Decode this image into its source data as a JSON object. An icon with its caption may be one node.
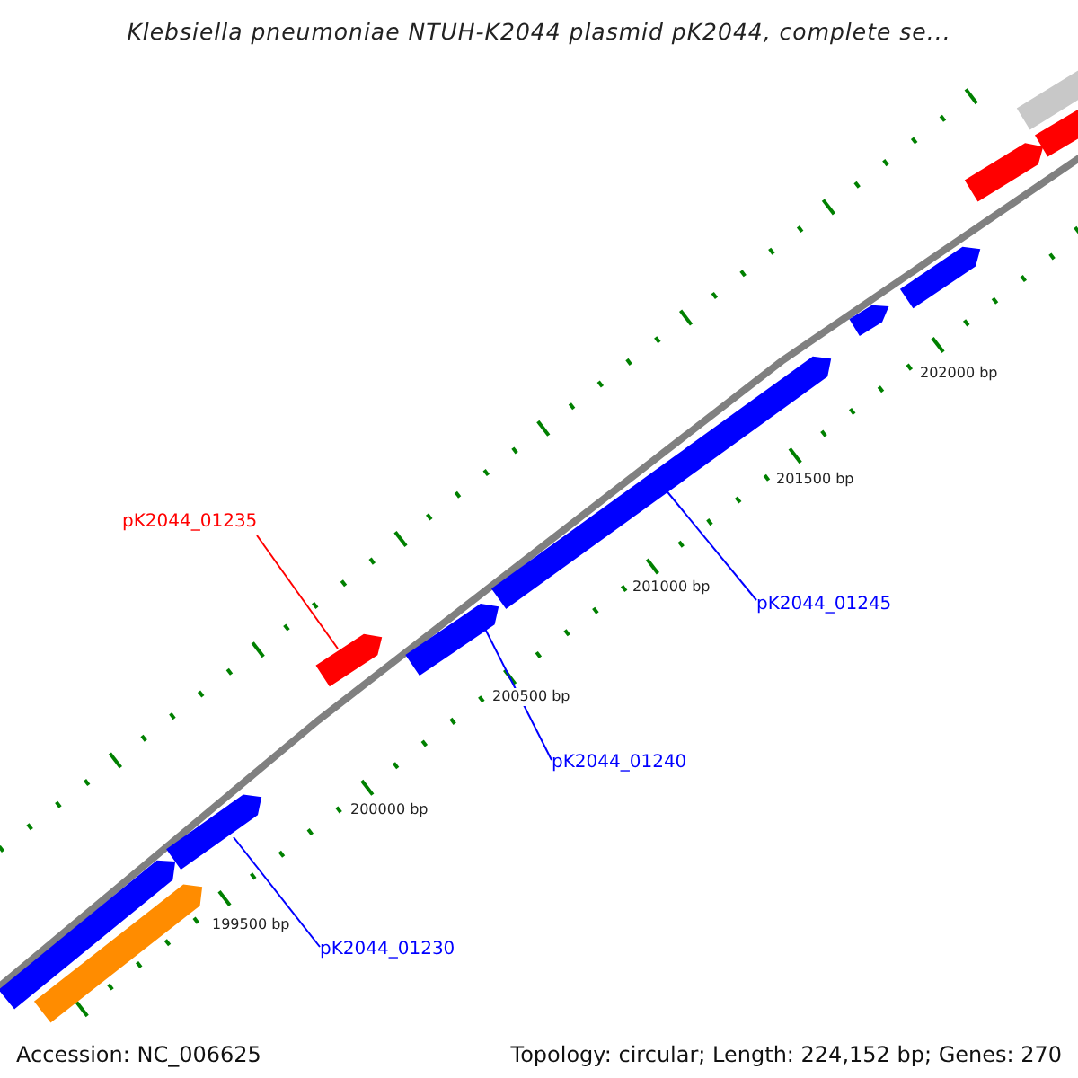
{
  "diagram": {
    "title": "Klebsiella pneumoniae NTUH-K2044 plasmid pK2044, complete se...",
    "nodes": [
      {
        "text": [
          "pK2044_01235"
        ]
      },
      {
        "text": [],
        "shape": "bar"
      },
      {
        "text": [
          "pK2044_01245"
        ]
      },
      {
        "text": [],
        "shape": "bar"
      },
      {
        "text": [
          "pK2044_01240"
        ]
      },
      {
        "text": [],
        "shape": "bar"
      },
      {
        "text": [
          "pK2044_01230"
        ]
      },
      {
        "text": [],
        "shape": "bar"
      },
      {
        "text": [],
        "shape": "bar"
      },
      {
        "text": [],
        "shape": "bar"
      },
      {
        "text": [],
        "shape": "bar"
      },
      {
        "text": [],
        "shape": "bar"
      },
      {
        "text": [],
        "shape": "bar"
      },
      {
        "text": [],
        "shape": "bar"
      },
      {
        "text": [],
        "shape": "bar"
      }
    ],
    "edges": [
      {
        "from": 0,
        "to": 1,
        "arrow": "none",
        "color": "#ff0000"
      },
      {
        "from": 2,
        "to": 3,
        "arrow": "none"
      },
      {
        "from": 4,
        "to": 5,
        "arrow": "none"
      },
      {
        "from": 6,
        "to": 7,
        "arrow": "none"
      }
    ],
    "labels": [
      "202000 bp",
      "201500 bp",
      "201000 bp",
      "200500 bp",
      "200000 bp",
      "199500 bp",
      "Accession: NC_006625",
      "Topology: circular; Length: 224,152 bp; Genes: 270"
    ]
  }
}
